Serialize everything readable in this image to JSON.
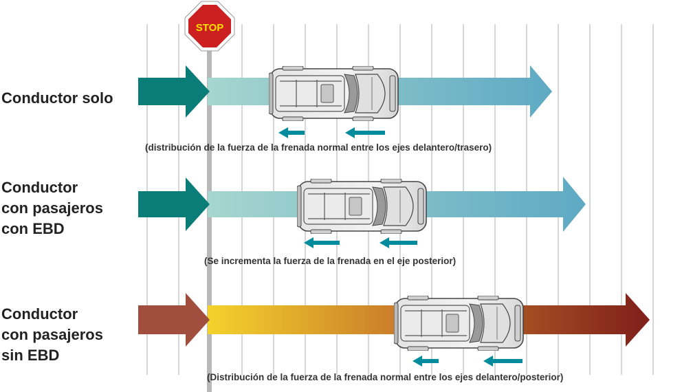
{
  "stop_sign": {
    "label": "STOP",
    "fill": "#cc1f1f",
    "border": "#ffffff",
    "text_color": "#ffe100"
  },
  "colors": {
    "teal_dark": "#0a7d78",
    "teal_light": "#a6d6cf",
    "teal_end": "#5ea9c3",
    "brown_dark": "#a24e3f",
    "yellow": "#f4d32c",
    "orange": "#c8782a",
    "red_end": "#7e1f1a",
    "force_arrow": "#008c9c",
    "grid_line": "#c8c8c8",
    "stop_pole": "#b8b8b8"
  },
  "rows": [
    {
      "label_lines": [
        "Conductor solo"
      ],
      "caption": "(distribución de la fuerza de la frenada normal entre los ejes delantero/trasero)"
    },
    {
      "label_lines": [
        "Conductor",
        "con pasajeros",
        "con EBD"
      ],
      "caption": "(Se incrementa la fuerza de la frenada en el eje posterior)"
    },
    {
      "label_lines": [
        "Conductor",
        "con pasajeros",
        "sin EBD"
      ],
      "caption": "(Distribución de la fuerza de la frenada normal entre los ejes delantero/posterior)"
    }
  ]
}
